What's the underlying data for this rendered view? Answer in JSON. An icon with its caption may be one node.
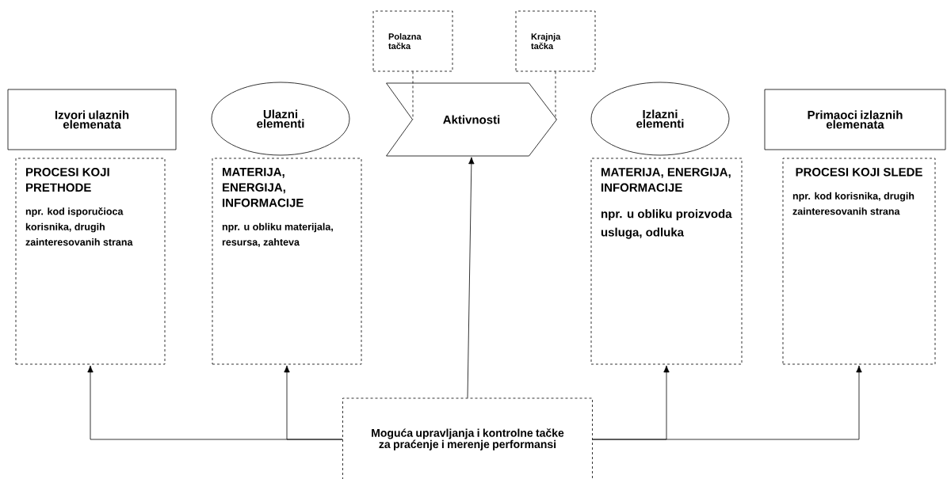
{
  "diagram": {
    "nodes": [
      {
        "text": [
          "Polazna tačka"
        ]
      },
      {
        "text": [
          "Krajnja tačka"
        ]
      },
      {
        "text": [
          "Izvori ulaznih elemenata"
        ]
      },
      {
        "text": [
          "Ulazni elementi"
        ]
      },
      {
        "text": [
          "Aktivnosti"
        ]
      },
      {
        "text": [
          "Izlazni elementi"
        ]
      },
      {
        "text": [
          "Primaoci izlaznih elemenata"
        ]
      },
      {
        "text": [
          "PROCESI KOJI PRETHODE",
          "npr. kod isporučioca korisnika, drugih zainteresovanih strana"
        ]
      },
      {
        "text": [
          "MATERIJA, ENERGIJA, INFORMACIJE",
          "npr. u obliku materijala, resursa, zahteva"
        ]
      },
      {
        "text": [
          "MATERIJA, ENERGIJA, INFORMACIJE",
          "npr. u obliku proizvoda usluga, odluka"
        ]
      },
      {
        "text": [
          "PROCESI KOJI SLEDE",
          "npr. kod korisnika, drugih zainteresovanih strana"
        ]
      },
      {
        "text": [
          "Moguća upravljanja i kontrolne tačke za praćenje i merenje performansi"
        ]
      }
    ],
    "edges": [
      {
        "from": 0,
        "to": 4,
        "arrow": "none",
        "style": "dashed"
      },
      {
        "from": 1,
        "to": 4,
        "arrow": "none",
        "style": "dashed"
      },
      {
        "from": 11,
        "to": 7,
        "arrow": "to"
      },
      {
        "from": 11,
        "to": 8,
        "arrow": "to"
      },
      {
        "from": 11,
        "to": 4,
        "arrow": "to"
      },
      {
        "from": 11,
        "to": 9,
        "arrow": "to"
      },
      {
        "from": 11,
        "to": 10,
        "arrow": "to"
      }
    ]
  }
}
